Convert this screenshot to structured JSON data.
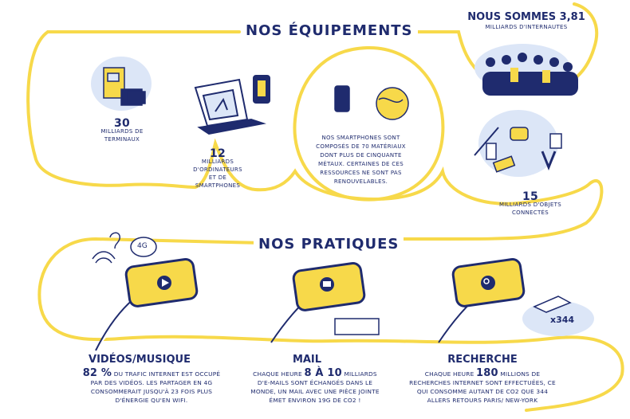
{
  "colors": {
    "navy": "#1f2b6e",
    "yellow": "#f7d94a",
    "light_blue": "#dce6f7",
    "white": "#ffffff"
  },
  "equipment": {
    "title": "NOS ÉQUIPEMENTS",
    "internautes": {
      "value": "3,81",
      "prefix": "NOUS SOMMES",
      "label": "MILLIARDS D'INTERNAUTES"
    },
    "terminaux": {
      "value": "30",
      "label": "MILLIARDS DE TERMINAUX"
    },
    "ordinateurs": {
      "value": "12",
      "label": "MILLIARDS D'ORDINATEURS ET DE SMARTPHONES"
    },
    "smartphones_note": "NOS SMARTPHONES SONT COMPOSÉS DE 70 MATÉRIAUX DONT PLUS DE CINQUANTE MÉTAUX. CERTAINES DE CES RESSOURCES NE SONT PAS RENOUVELABLES.",
    "objets": {
      "value": "15",
      "label": "MILLIARDS D'OBJETS CONNECTÉS"
    }
  },
  "practices": {
    "title": "NOS PRATIQUES",
    "signal_label": "4G",
    "x_label": "x344",
    "videos": {
      "heading": "VIDÉOS/MUSIQUE",
      "value": "82 %",
      "text": "DU TRAFIC INTERNET EST OCCUPÉ PAR DES VIDÉOS. LES PARTAGER EN 4G CONSOMMERAIT JUSQU'À 23 FOIS PLUS D'ÉNERGIE QU'EN WIFI."
    },
    "mail": {
      "heading": "MAIL",
      "pre": "CHAQUE HEURE",
      "value": "8 À 10",
      "text": "MILLIARDS D'E-MAILS SONT ÉCHANGÉS DANS LE MONDE, UN MAIL AVEC UNE PIÈCE JOINTE ÉMET ENVIRON 19G DE CO2 !"
    },
    "recherche": {
      "heading": "RECHERCHE",
      "pre": "CHAQUE HEURE",
      "value": "180",
      "text": "MILLIONS DE RECHERCHES INTERNET SONT EFFECTUÉES, CE QUI CONSOMME AUTANT DE CO2 QUE 344 ALLERS RETOURS PARIS/ NEW-YORK"
    }
  }
}
